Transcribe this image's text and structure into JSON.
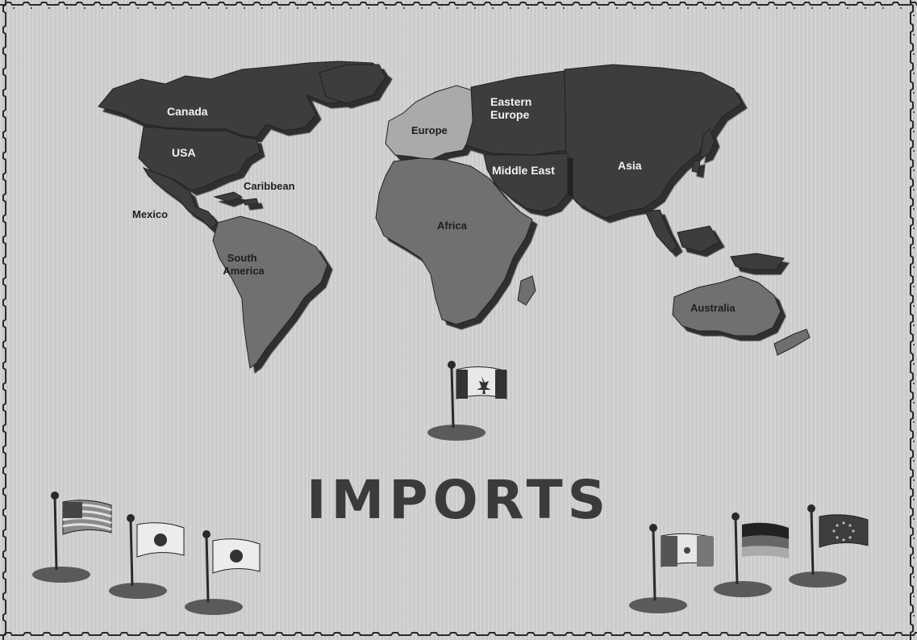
{
  "map": {
    "regions": [
      {
        "id": "canada",
        "label": "Canada"
      },
      {
        "id": "usa",
        "label": "USA"
      },
      {
        "id": "caribbean",
        "label": "Caribbean"
      },
      {
        "id": "mexico",
        "label": "Mexico"
      },
      {
        "id": "south-america",
        "label": "South America"
      },
      {
        "id": "europe",
        "label": "Europe"
      },
      {
        "id": "eastern-europe",
        "label": "Eastern Europe"
      },
      {
        "id": "middle-east",
        "label": "Middle East"
      },
      {
        "id": "asia",
        "label": "Asia"
      },
      {
        "id": "africa",
        "label": "Africa"
      },
      {
        "id": "australia",
        "label": "Australia"
      }
    ]
  },
  "title": "IMPORTS",
  "colors": {
    "background": "#d2d2d2",
    "dark_region": "#3c3c3c",
    "mid_region": "#6f6f6f",
    "light_region": "#aaaaaa",
    "title": "#3b3b3b"
  },
  "flags": [
    "canada-flag-icon",
    "usa-flag-icon",
    "japan-flag-icon",
    "japan-flag-icon",
    "mexico-flag-icon",
    "germany-flag-icon",
    "european-union-flag-icon"
  ]
}
